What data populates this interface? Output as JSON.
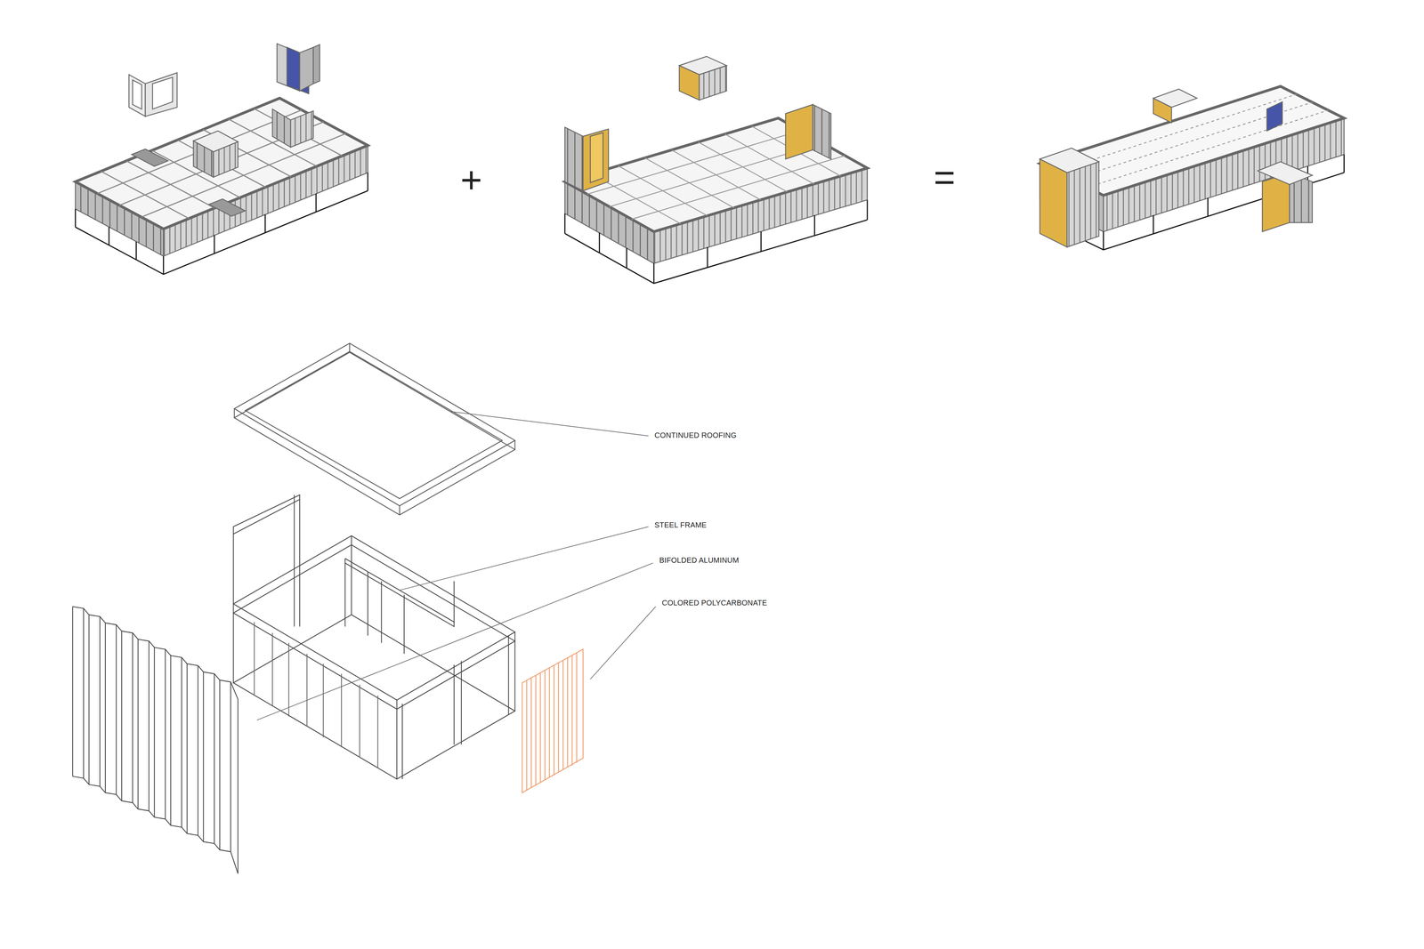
{
  "diagram": {
    "labels": [
      "+",
      "=",
      "CONTINUED ROOFING",
      "STEEL FRAME",
      "BIFOLDED ALUMINUM",
      "COLORED POLYCARBONATE"
    ]
  }
}
